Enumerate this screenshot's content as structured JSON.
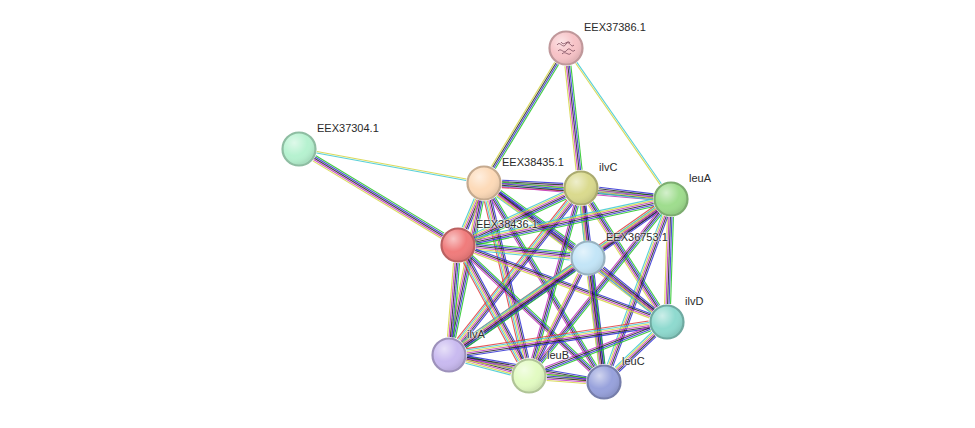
{
  "diagram": {
    "nodes": [
      {
        "text": [
          "EEX37386.1"
        ]
      },
      {
        "text": [
          "EEX37304.1"
        ]
      },
      {
        "text": [
          "EEX38435.1"
        ]
      },
      {
        "text": [
          "ilvC"
        ]
      },
      {
        "text": [
          "leuA"
        ]
      },
      {
        "text": [
          "EEX38436.1"
        ]
      },
      {
        "text": [
          "EEX36753.1"
        ]
      },
      {
        "text": [
          "ilvD"
        ]
      },
      {
        "text": [
          "ilvA"
        ]
      },
      {
        "text": [
          "leuB"
        ]
      },
      {
        "text": [
          "leuC"
        ]
      }
    ],
    "edges": [
      {
        "from": 0,
        "to": 2,
        "arrow": "none"
      },
      {
        "from": 0,
        "to": 3,
        "arrow": "none"
      },
      {
        "from": 0,
        "to": 4,
        "arrow": "none"
      },
      {
        "from": 1,
        "to": 2,
        "arrow": "none"
      },
      {
        "from": 1,
        "to": 5,
        "arrow": "none"
      },
      {
        "from": 2,
        "to": 3,
        "arrow": "none"
      },
      {
        "from": 2,
        "to": 4,
        "arrow": "none"
      },
      {
        "from": 2,
        "to": 5,
        "arrow": "none"
      },
      {
        "from": 2,
        "to": 6,
        "arrow": "none"
      },
      {
        "from": 2,
        "to": 7,
        "arrow": "none"
      },
      {
        "from": 2,
        "to": 8,
        "arrow": "none"
      },
      {
        "from": 2,
        "to": 9,
        "arrow": "none"
      },
      {
        "from": 2,
        "to": 10,
        "arrow": "none"
      },
      {
        "from": 3,
        "to": 4,
        "arrow": "none"
      },
      {
        "from": 3,
        "to": 5,
        "arrow": "none"
      },
      {
        "from": 3,
        "to": 6,
        "arrow": "none"
      },
      {
        "from": 3,
        "to": 7,
        "arrow": "none"
      },
      {
        "from": 3,
        "to": 8,
        "arrow": "none"
      },
      {
        "from": 3,
        "to": 9,
        "arrow": "none"
      },
      {
        "from": 3,
        "to": 10,
        "arrow": "none"
      },
      {
        "from": 4,
        "to": 5,
        "arrow": "none"
      },
      {
        "from": 4,
        "to": 6,
        "arrow": "none"
      },
      {
        "from": 4,
        "to": 7,
        "arrow": "none"
      },
      {
        "from": 4,
        "to": 8,
        "arrow": "none"
      },
      {
        "from": 4,
        "to": 9,
        "arrow": "none"
      },
      {
        "from": 4,
        "to": 10,
        "arrow": "none"
      },
      {
        "from": 5,
        "to": 6,
        "arrow": "none"
      },
      {
        "from": 5,
        "to": 7,
        "arrow": "none"
      },
      {
        "from": 5,
        "to": 8,
        "arrow": "none"
      },
      {
        "from": 5,
        "to": 9,
        "arrow": "none"
      },
      {
        "from": 5,
        "to": 10,
        "arrow": "none"
      },
      {
        "from": 6,
        "to": 7,
        "arrow": "none"
      },
      {
        "from": 6,
        "to": 8,
        "arrow": "none"
      },
      {
        "from": 6,
        "to": 9,
        "arrow": "none"
      },
      {
        "from": 6,
        "to": 10,
        "arrow": "none"
      },
      {
        "from": 7,
        "to": 8,
        "arrow": "none"
      },
      {
        "from": 7,
        "to": 9,
        "arrow": "none"
      },
      {
        "from": 7,
        "to": 10,
        "arrow": "none"
      },
      {
        "from": 8,
        "to": 9,
        "arrow": "none"
      },
      {
        "from": 8,
        "to": 10,
        "arrow": "none"
      },
      {
        "from": 9,
        "to": 10,
        "arrow": "none"
      }
    ]
  }
}
